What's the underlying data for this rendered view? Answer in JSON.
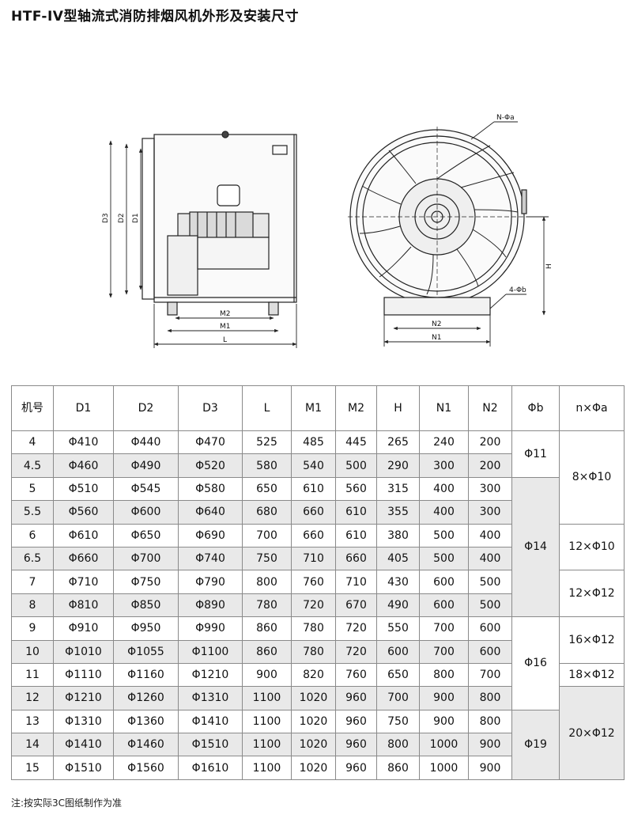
{
  "title": "HTF-IV型轴流式消防排烟风机外形及安装尺寸",
  "drawing": {
    "side_labels": {
      "D3": "D3",
      "D2": "D2",
      "D1": "D1",
      "M2": "M2",
      "M1": "M1",
      "L": "L"
    },
    "front_labels": {
      "Na": "N-Φa",
      "H": "H",
      "b": "4-Φb",
      "N2": "N2",
      "N1": "N1"
    }
  },
  "table": {
    "headers": [
      "机号",
      "D1",
      "D2",
      "D3",
      "L",
      "M1",
      "M2",
      "H",
      "N1",
      "N2",
      "Φb",
      "n×Φa"
    ],
    "rows": [
      [
        "4",
        "Φ410",
        "Φ440",
        "Φ470",
        "525",
        "485",
        "445",
        "265",
        "240",
        "200"
      ],
      [
        "4.5",
        "Φ460",
        "Φ490",
        "Φ520",
        "580",
        "540",
        "500",
        "290",
        "300",
        "200"
      ],
      [
        "5",
        "Φ510",
        "Φ545",
        "Φ580",
        "650",
        "610",
        "560",
        "315",
        "400",
        "300"
      ],
      [
        "5.5",
        "Φ560",
        "Φ600",
        "Φ640",
        "680",
        "660",
        "610",
        "355",
        "400",
        "300"
      ],
      [
        "6",
        "Φ610",
        "Φ650",
        "Φ690",
        "700",
        "660",
        "610",
        "380",
        "500",
        "400"
      ],
      [
        "6.5",
        "Φ660",
        "Φ700",
        "Φ740",
        "750",
        "710",
        "660",
        "405",
        "500",
        "400"
      ],
      [
        "7",
        "Φ710",
        "Φ750",
        "Φ790",
        "800",
        "760",
        "710",
        "430",
        "600",
        "500"
      ],
      [
        "8",
        "Φ810",
        "Φ850",
        "Φ890",
        "780",
        "720",
        "670",
        "490",
        "600",
        "500"
      ],
      [
        "9",
        "Φ910",
        "Φ950",
        "Φ990",
        "860",
        "780",
        "720",
        "550",
        "700",
        "600"
      ],
      [
        "10",
        "Φ1010",
        "Φ1055",
        "Φ1100",
        "860",
        "780",
        "720",
        "600",
        "700",
        "600"
      ],
      [
        "11",
        "Φ1110",
        "Φ1160",
        "Φ1210",
        "900",
        "820",
        "760",
        "650",
        "800",
        "700"
      ],
      [
        "12",
        "Φ1210",
        "Φ1260",
        "Φ1310",
        "1100",
        "1020",
        "960",
        "700",
        "900",
        "800"
      ],
      [
        "13",
        "Φ1310",
        "Φ1360",
        "Φ1410",
        "1100",
        "1020",
        "960",
        "750",
        "900",
        "800"
      ],
      [
        "14",
        "Φ1410",
        "Φ1460",
        "Φ1510",
        "1100",
        "1020",
        "960",
        "800",
        "1000",
        "900"
      ],
      [
        "15",
        "Φ1510",
        "Φ1560",
        "Φ1610",
        "1100",
        "1020",
        "960",
        "860",
        "1000",
        "900"
      ]
    ],
    "phi_b": [
      "Φ11",
      "Φ14",
      "Φ16",
      "Φ19"
    ],
    "n_phi_a": [
      "8×Φ10",
      "12×Φ10",
      "12×Φ12",
      "16×Φ12",
      "18×Φ12",
      "20×Φ12"
    ]
  },
  "note": "注:按实际3C图纸制作为准"
}
